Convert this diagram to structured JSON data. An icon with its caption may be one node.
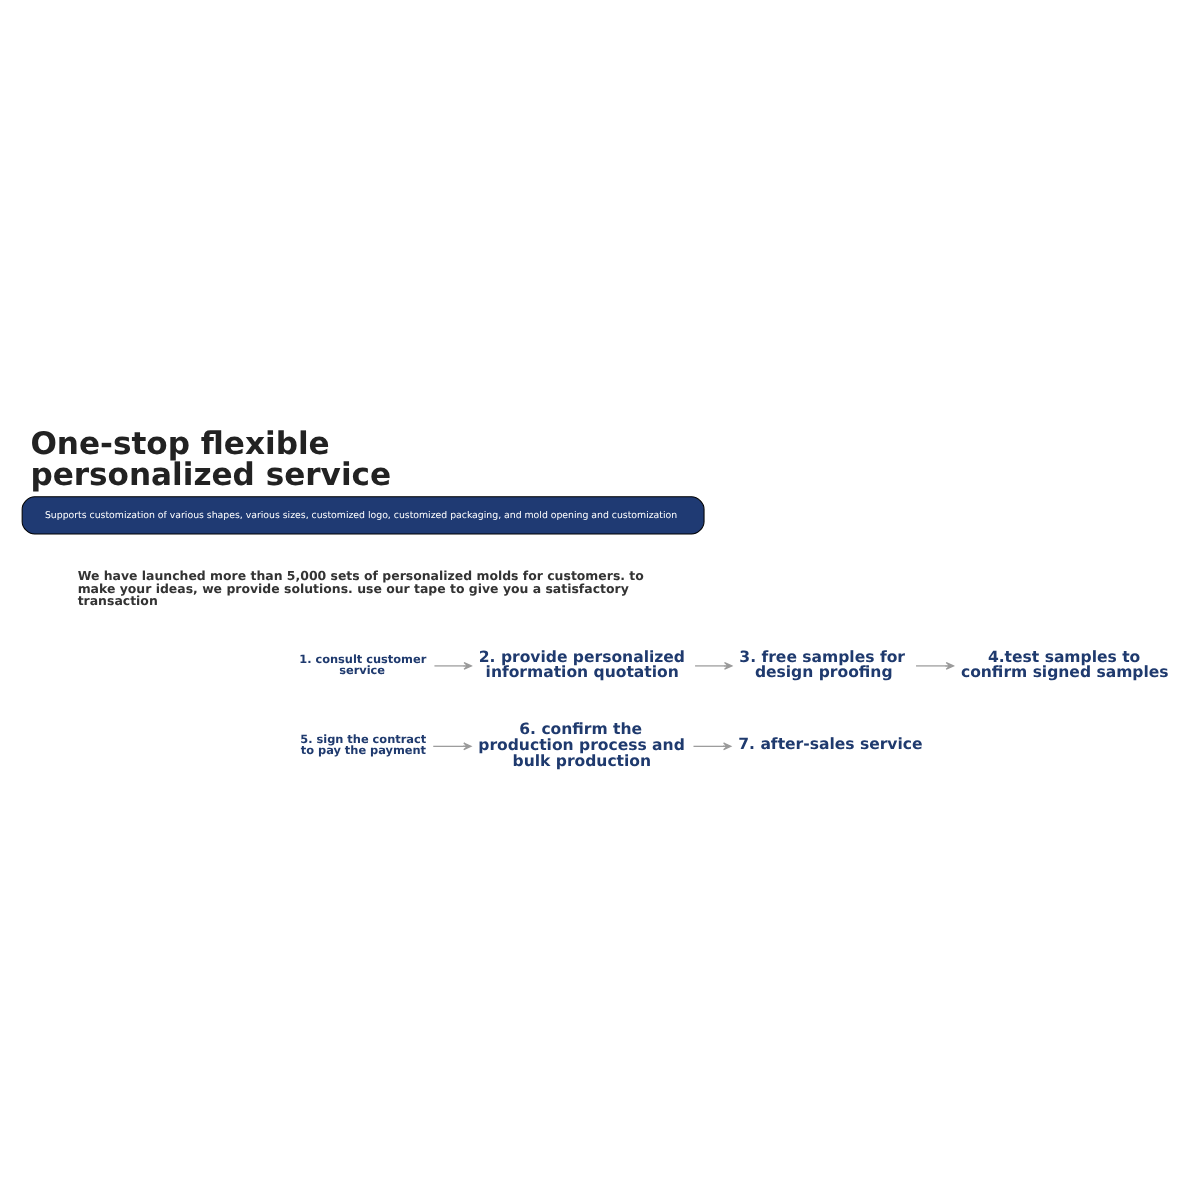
{
  "diagram": {
    "title": "One-stop flexible personalized service",
    "nodes": [
      {
        "text": [
          "Supports customization of various shapes, various sizes, customized logo, customized packaging, and mold opening and customization"
        ]
      },
      {
        "text": [
          "1. consult customer service"
        ]
      },
      {
        "text": [
          "2. provide personalized information quotation"
        ]
      },
      {
        "text": [
          "3. free samples for design proofing"
        ]
      },
      {
        "text": [
          "4.test samples to confirm signed samples"
        ]
      },
      {
        "text": [
          "5. sign the contract to pay the payment"
        ]
      },
      {
        "text": [
          "6. confirm the production process and bulk production"
        ]
      },
      {
        "text": [
          "7. after-sales service"
        ]
      }
    ],
    "edges": [
      {
        "from": 1,
        "to": 2,
        "arrow": "to"
      },
      {
        "from": 2,
        "to": 3,
        "arrow": "to"
      },
      {
        "from": 3,
        "to": 4,
        "arrow": "to"
      },
      {
        "from": 5,
        "to": 6,
        "arrow": "to"
      },
      {
        "from": 6,
        "to": 7,
        "arrow": "to"
      }
    ],
    "labels": [
      "We have launched more than 5,000 sets of personalized molds for customers. to make your ideas, we provide solutions. use our tape to give you a satisfactory transaction"
    ]
  }
}
